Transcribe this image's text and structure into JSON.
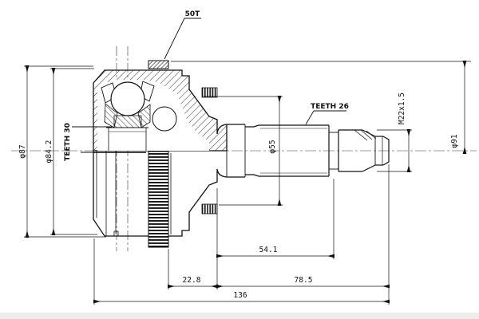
{
  "drawing": {
    "type": "cv-joint-outer-technical-drawing",
    "labels": {
      "abs_ring_teeth": "50T",
      "inner_spline_teeth": "TEETH 30",
      "outer_spline_teeth": "TEETH 26",
      "thread_spec": "M22x1.5"
    },
    "diameters": {
      "housing_od": "φ87",
      "housing_od_chamfer": "φ84.2",
      "boot_seat": "φ55",
      "abs_ring_od": "φ91"
    },
    "lengths": {
      "ring_to_face": "22.8",
      "spline_length": "54.1",
      "stub_length": "78.5",
      "overall": "136"
    },
    "colors": {
      "line": "#111111",
      "background": "#ffffff"
    }
  }
}
